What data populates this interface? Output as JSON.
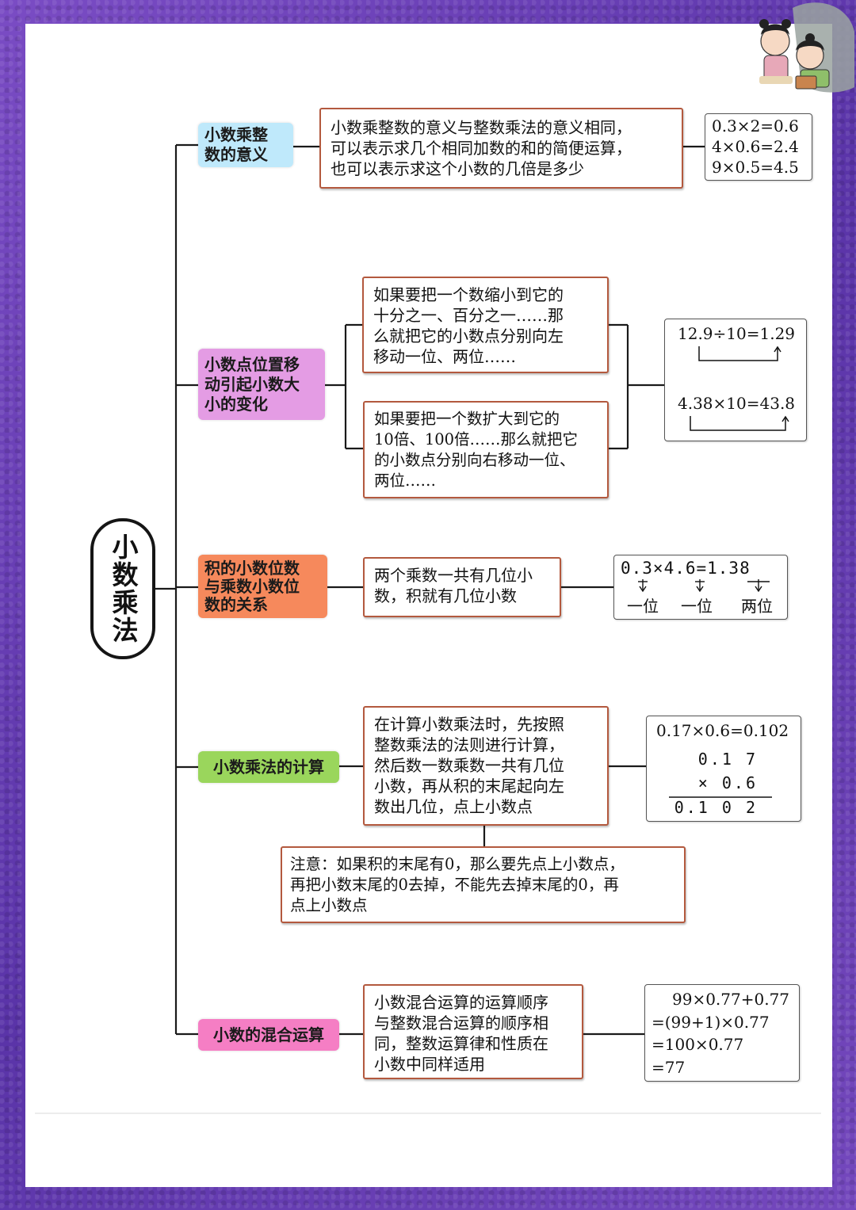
{
  "root": "小数乘法",
  "branches": [
    {
      "label": [
        "小数乘整",
        "数的意义"
      ],
      "color": "#bfe9fb",
      "desc": [
        "小数乘整数的意义与整数乘法的意义相同，",
        "可以表示求几个相同加数的和的简便运算，",
        "也可以表示求这个小数的几倍是多少"
      ],
      "example": [
        "0.3×2=0.6",
        "4×0.6=2.4",
        "9×0.5=4.5"
      ]
    },
    {
      "label": [
        "小数点位置移",
        "动引起小数大",
        "小的变化"
      ],
      "color": "#e49ce4",
      "desc_a": [
        "如果要把一个数缩小到它的",
        "十分之一、百分之一……那",
        "么就把它的小数点分别向左",
        "移动一位、两位……"
      ],
      "desc_b": [
        "如果要把一个数扩大到它的",
        "10倍、100倍……那么就把它",
        "的小数点分别向右移动一位、",
        "两位……"
      ],
      "example": [
        "12.9÷10=1.29",
        "4.38×10=43.8"
      ]
    },
    {
      "label": [
        "积的小数位数",
        "与乘数小数位",
        "数的关系"
      ],
      "color": "#f6895c",
      "desc": [
        "两个乘数一共有几位小",
        "数，积就有几位小数"
      ],
      "example": {
        "equation": "0.3×4.6=1.38",
        "notes": [
          "一位",
          "一位",
          "两位"
        ]
      }
    },
    {
      "label": [
        "小数乘法的计算"
      ],
      "color": "#9ad65c",
      "desc": [
        "在计算小数乘法时，先按照",
        "整数乘法的法则进行计算，",
        "然后数一数乘数一共有几位",
        "小数，再从积的末尾起向左",
        "数出几位，点上小数点"
      ],
      "example": {
        "equation": "0.17×0.6=0.102",
        "vertical": [
          "0.1 7",
          "× 0.6",
          "0.1 0 2"
        ]
      },
      "note": [
        "注意：如果积的末尾有0，那么要先点上小数点，",
        "再把小数末尾的0去掉，不能先去掉末尾的0，再",
        "点上小数点"
      ]
    },
    {
      "label": [
        "小数的混合运算"
      ],
      "color": "#f57ec4",
      "desc": [
        "小数混合运算的运算顺序",
        "与整数混合运算的顺序相",
        "同，整数运算律和性质在",
        "小数中同样适用"
      ],
      "example": [
        "99×0.77+0.77",
        "=(99+1)×0.77",
        "=100×0.77",
        "=77"
      ]
    }
  ],
  "colors": {
    "box_border": "#b3593e",
    "line": "#1a1a1a",
    "background": "#6a3fb4"
  }
}
